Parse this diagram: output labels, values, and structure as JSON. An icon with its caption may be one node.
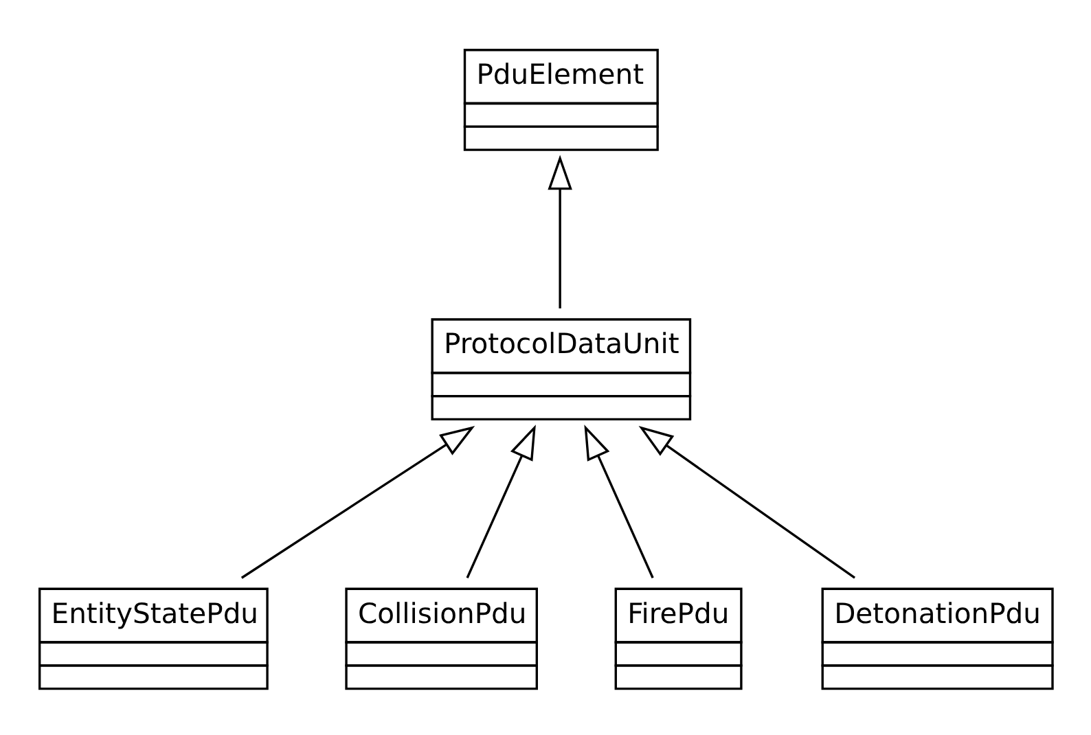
{
  "diagram": {
    "nodes": [
      {
        "text": [
          "PduElement"
        ]
      },
      {
        "text": [
          "ProtocolDataUnit"
        ]
      },
      {
        "text": [
          "EntityStatePdu"
        ]
      },
      {
        "text": [
          "CollisionPdu"
        ]
      },
      {
        "text": [
          "FirePdu"
        ]
      },
      {
        "text": [
          "DetonationPdu"
        ]
      }
    ],
    "edges": [
      {
        "from": 1,
        "to": 0,
        "arrow": "to"
      },
      {
        "from": 2,
        "to": 1,
        "arrow": "to"
      },
      {
        "from": 3,
        "to": 1,
        "arrow": "to"
      },
      {
        "from": 4,
        "to": 1,
        "arrow": "to"
      },
      {
        "from": 5,
        "to": 1,
        "arrow": "to"
      }
    ]
  }
}
